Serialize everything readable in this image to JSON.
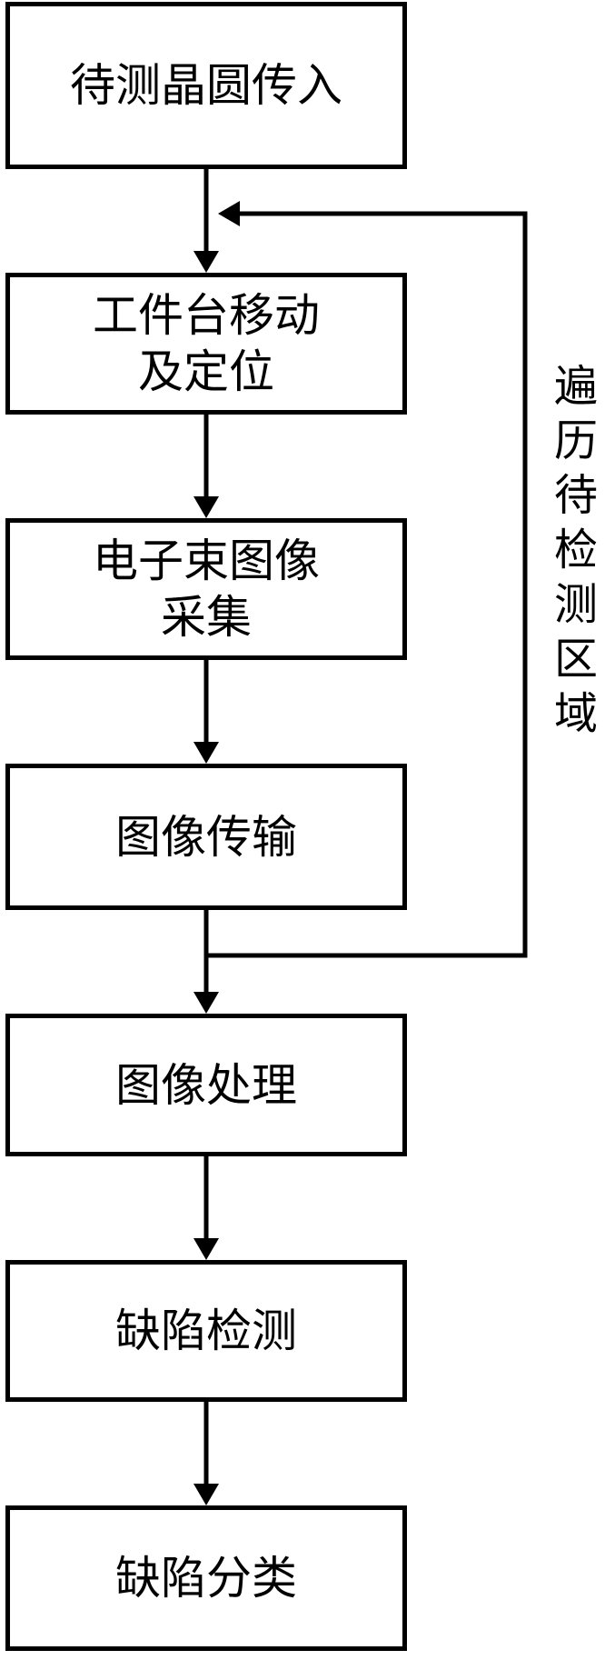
{
  "steps": [
    {
      "lines": [
        "待测晶圆传入"
      ]
    },
    {
      "lines": [
        "工件台移动",
        "及定位"
      ]
    },
    {
      "lines": [
        "电子束图像",
        "采集"
      ]
    },
    {
      "lines": [
        "图像传输"
      ]
    },
    {
      "lines": [
        "图像处理"
      ]
    },
    {
      "lines": [
        "缺陷检测"
      ]
    },
    {
      "lines": [
        "缺陷分类"
      ]
    }
  ],
  "loop_label": [
    "遍",
    "历",
    "待",
    "检",
    "测",
    "区",
    "域"
  ]
}
